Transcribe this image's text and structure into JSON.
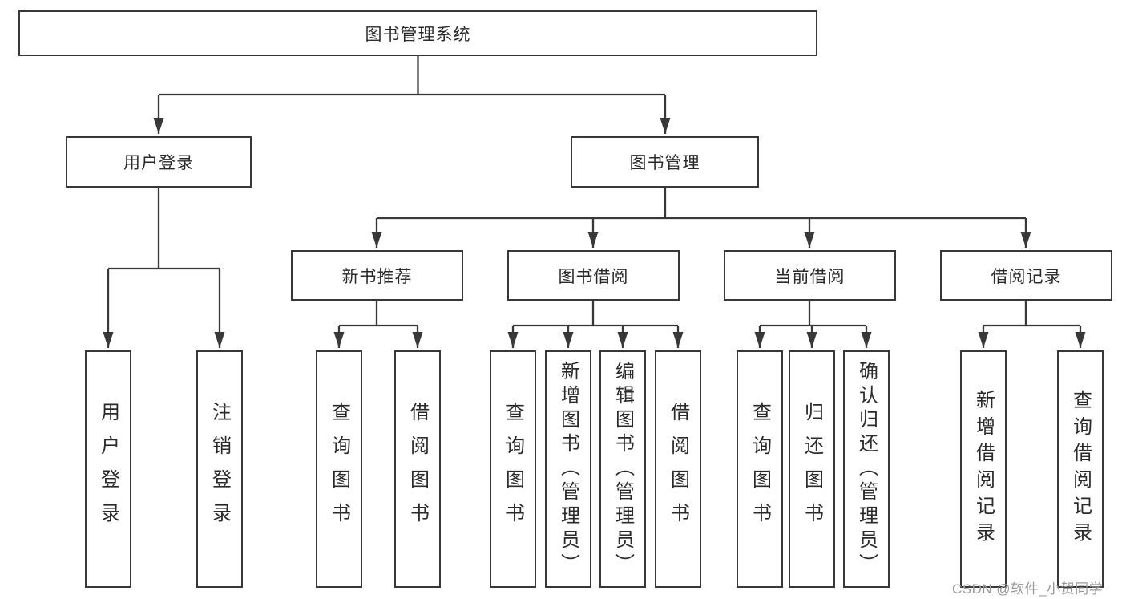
{
  "diagram": {
    "root": {
      "label": "图书管理系统"
    },
    "branches": [
      {
        "label": "用户登录",
        "children": [
          "用户登录",
          "注销登录"
        ]
      },
      {
        "label": "图书管理",
        "groups": [
          {
            "label": "新书推荐",
            "children": [
              "查询图书",
              "借阅图书"
            ]
          },
          {
            "label": "图书借阅",
            "children": [
              "查询图书",
              "新增图书（管理员）",
              "编辑图书（管理员）",
              "借阅图书"
            ]
          },
          {
            "label": "当前借阅",
            "children": [
              "查询图书",
              "归还图书",
              "确认归还（管理员）"
            ]
          },
          {
            "label": "借阅记录",
            "children": [
              "新增借阅记录",
              "查询借阅记录"
            ]
          }
        ]
      }
    ]
  },
  "watermark": "CSDN @软件_小贺同学",
  "colors": {
    "line": "#383838",
    "box_border": "#383838",
    "box_fill": "#ffffff",
    "text": "#2a2a2a",
    "watermark": "#999999"
  }
}
